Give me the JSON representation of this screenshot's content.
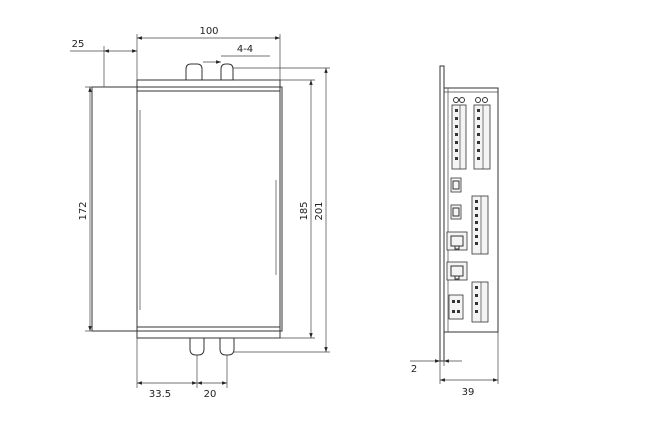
{
  "dimensions": {
    "front_width": "100",
    "left_offset": "25",
    "slot_label": "4-4",
    "height_172": "172",
    "height_185": "185",
    "height_201": "201",
    "bottom_left": "33.5",
    "bottom_slot": "20",
    "flange": "2",
    "depth": "39"
  }
}
